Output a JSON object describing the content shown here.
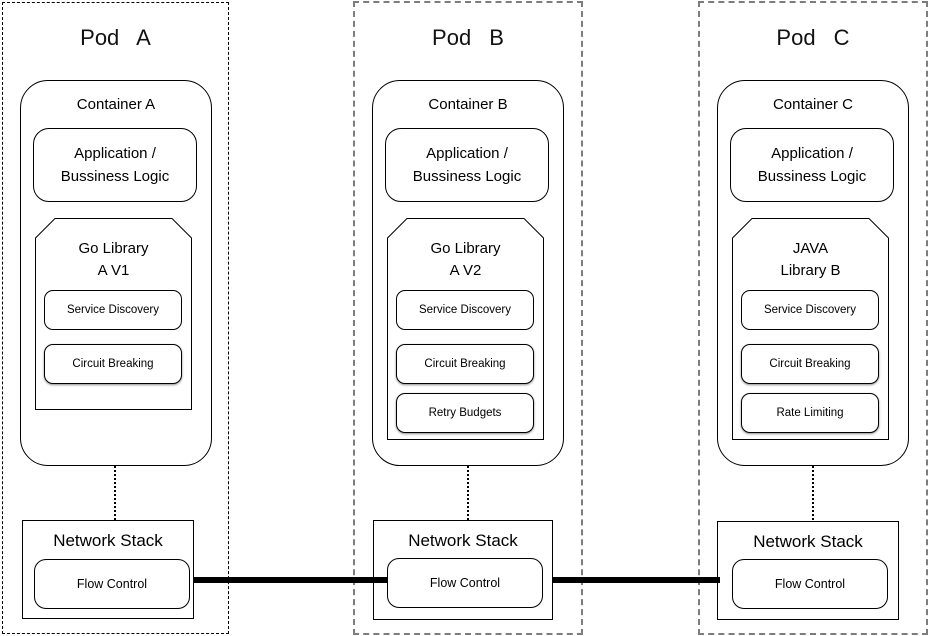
{
  "pods": [
    {
      "title": "Pod A",
      "container_title": "Container A",
      "app": {
        "line1": "Application /",
        "line2": "Bussiness Logic"
      },
      "library": {
        "line1": "Go Library",
        "line2": "A V1",
        "features": [
          "Service Discovery",
          "Circuit Breaking"
        ]
      },
      "network_stack": {
        "title": "Network Stack",
        "flow_control": "Flow Control"
      }
    },
    {
      "title": "Pod B",
      "container_title": "Container B",
      "app": {
        "line1": "Application /",
        "line2": "Bussiness Logic"
      },
      "library": {
        "line1": "Go Library",
        "line2": "A V2",
        "features": [
          "Service Discovery",
          "Circuit Breaking",
          "Retry Budgets"
        ]
      },
      "network_stack": {
        "title": "Network Stack",
        "flow_control": "Flow Control"
      }
    },
    {
      "title": "Pod C",
      "container_title": "Container C",
      "app": {
        "line1": "Application /",
        "line2": "Bussiness Logic"
      },
      "library": {
        "line1": "JAVA",
        "line2": "Library B",
        "features": [
          "Service Discovery",
          "Circuit Breaking",
          "Rate Limiting"
        ]
      },
      "network_stack": {
        "title": "Network Stack",
        "flow_control": "Flow Control"
      }
    }
  ],
  "colors": {
    "stroke": "#000000",
    "pod_a_border": "#000000",
    "pod_bc_border": "#7d7d7d",
    "link_line": "#000000",
    "background": "#ffffff"
  }
}
